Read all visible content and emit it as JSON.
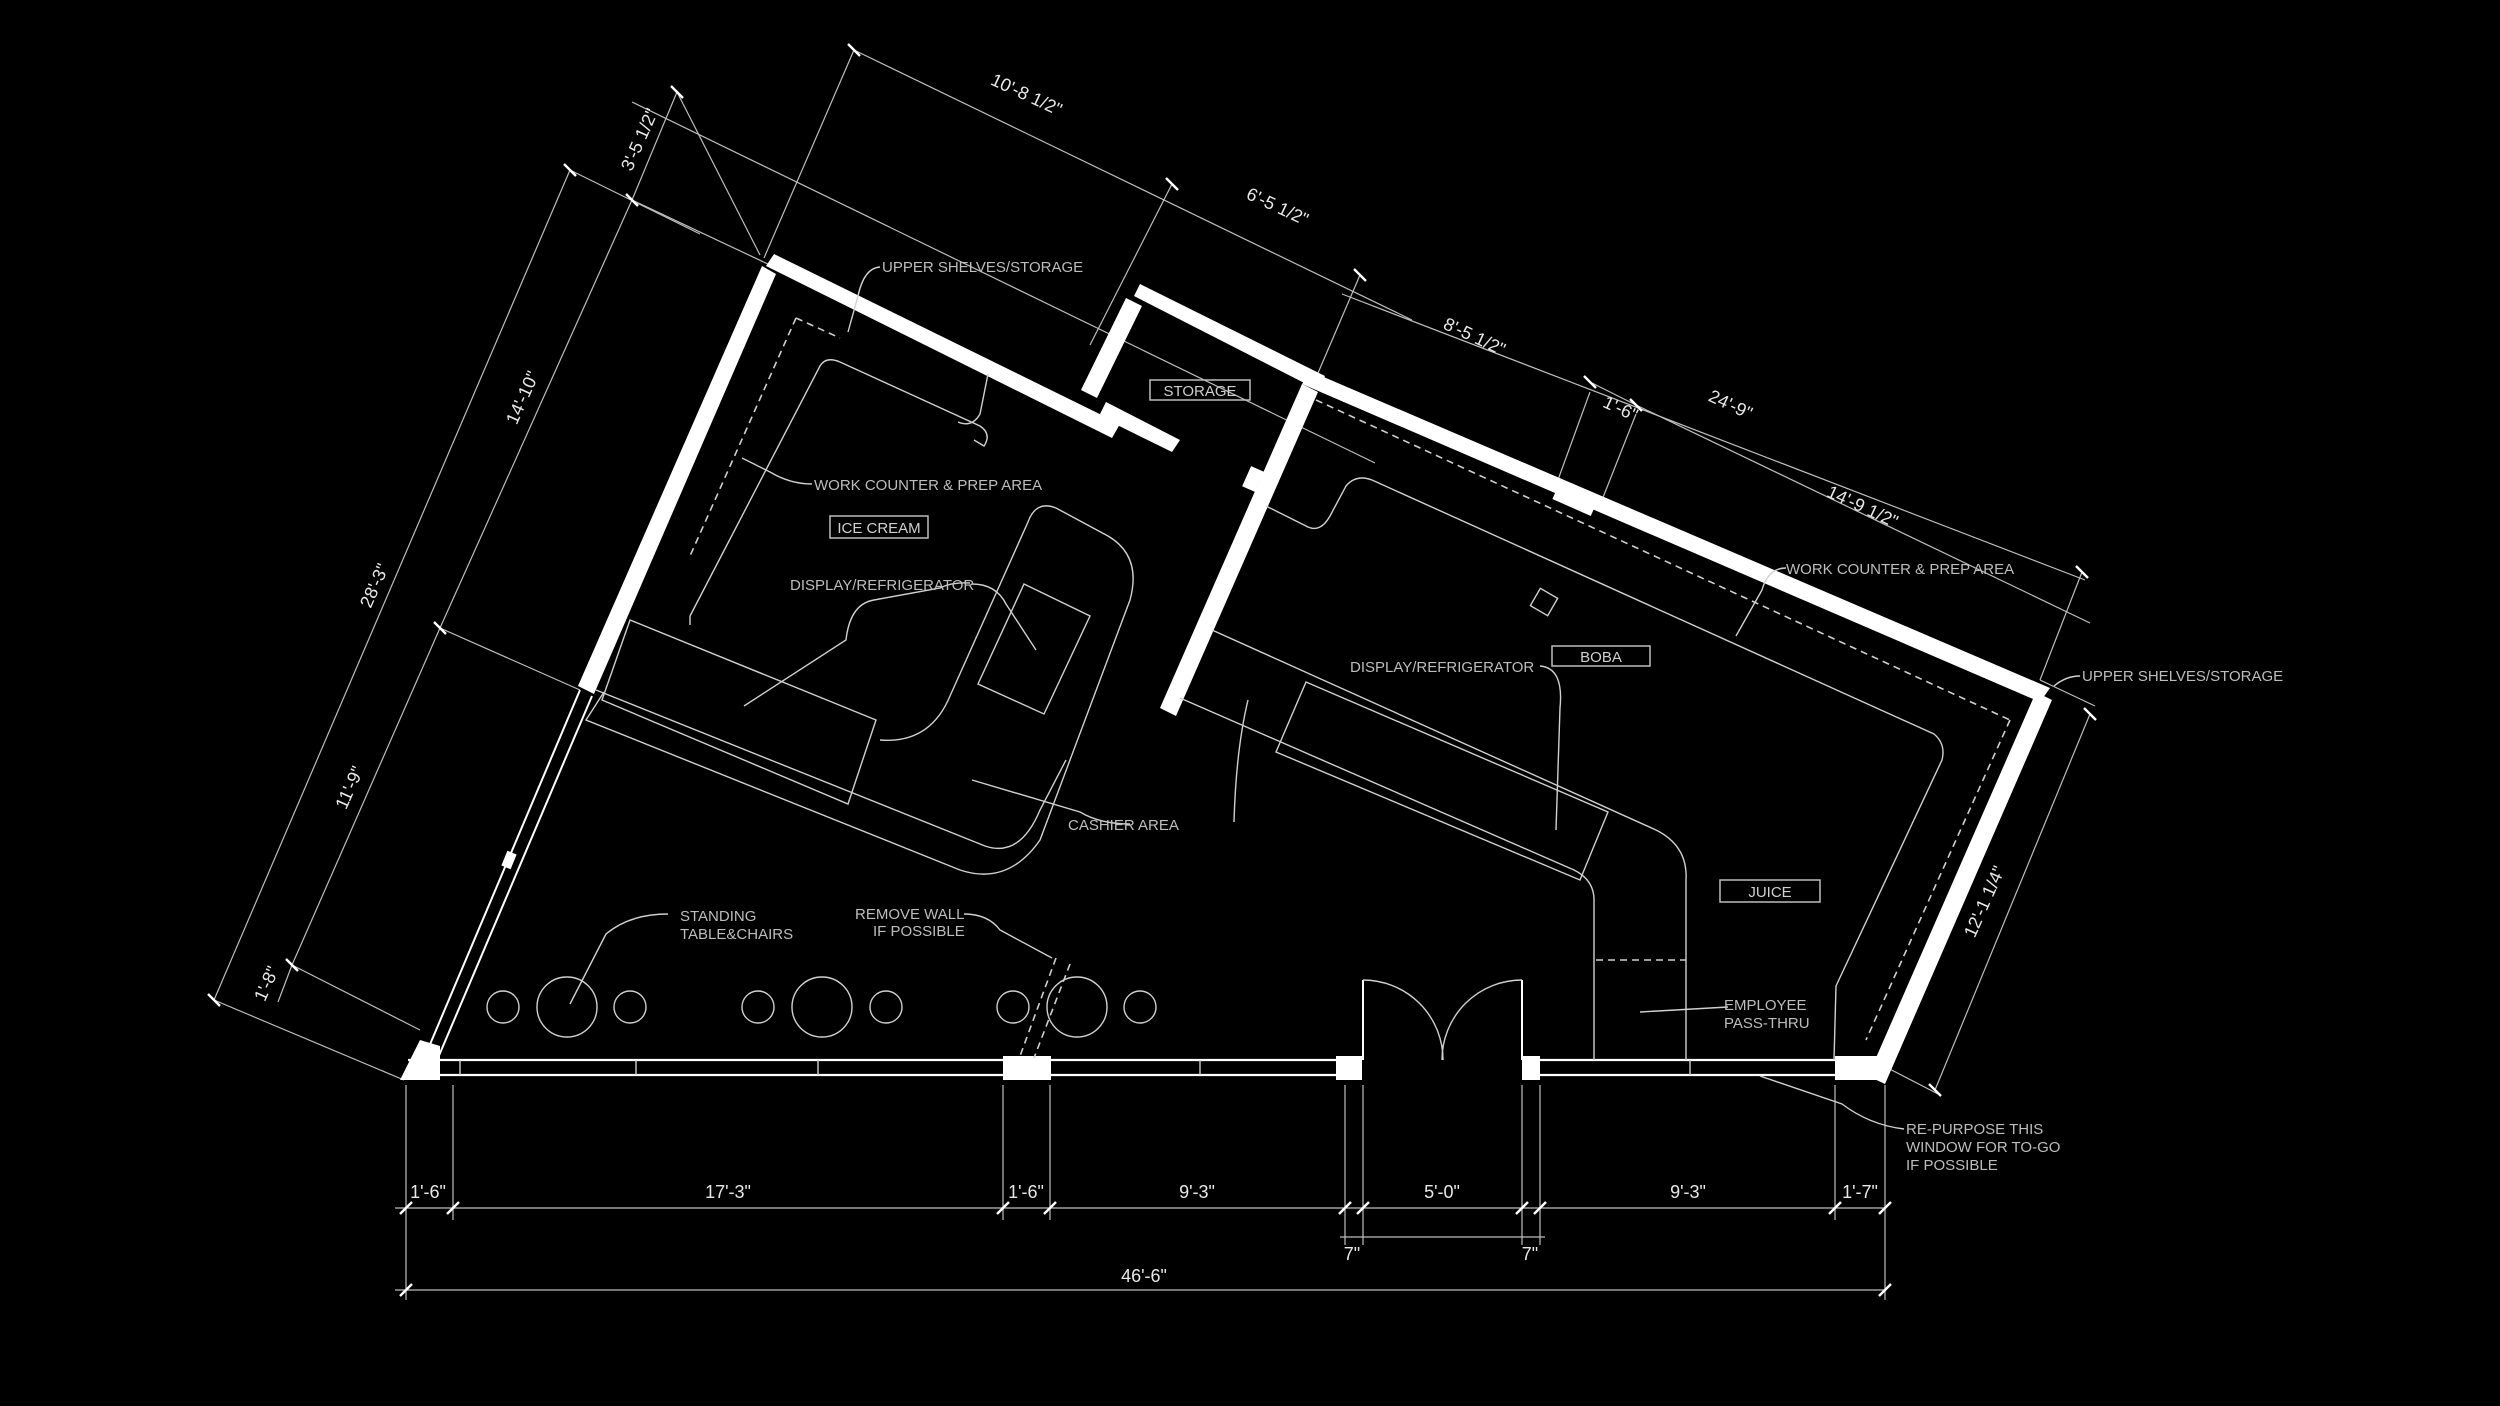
{
  "rooms": {
    "ice_cream": "ICE CREAM",
    "storage": "STORAGE",
    "boba": "BOBA",
    "juice": "JUICE"
  },
  "notes": {
    "upper_shelves_1": "UPPER SHELVES/STORAGE",
    "upper_shelves_2": "UPPER SHELVES/STORAGE",
    "work_counter_1": "WORK COUNTER & PREP AREA",
    "work_counter_2": "WORK COUNTER & PREP AREA",
    "display_1": "DISPLAY/REFRIGERATOR",
    "display_2": "DISPLAY/REFRIGERATOR",
    "cashier": "CASHIER AREA",
    "standing_1": "STANDING",
    "standing_2": "TABLE&CHAIRS",
    "remove_wall_1": "REMOVE WALL",
    "remove_wall_2": "IF POSSIBLE",
    "employee_1": "EMPLOYEE",
    "employee_2": "PASS-THRU",
    "repurpose_1": "RE-PURPOSE THIS",
    "repurpose_2": "WINDOW FOR TO-GO",
    "repurpose_3": "IF POSSIBLE"
  },
  "dimensions": {
    "top_10_8": "10'-8 1/2\"",
    "top_6_5": "6'-5 1/2\"",
    "top_8_5": "8'-5 1/2\"",
    "top_1_6": "1'-6\"",
    "top_24_9": "24'-9\"",
    "top_14_9": "14'-9 1/2\"",
    "left_3_5": "3'-5 1/2\"",
    "left_14_10": "14'-10\"",
    "left_28_3": "28'-3\"",
    "left_11_9": "11'-9\"",
    "left_1_8": "1'-8\"",
    "right_12_1": "12'-1 1/4\"",
    "bottom_1_6a": "1'-6\"",
    "bottom_17_3": "17'-3\"",
    "bottom_1_6b": "1'-6\"",
    "bottom_9_3a": "9'-3\"",
    "bottom_5_0": "5'-0\"",
    "bottom_9_3b": "9'-3\"",
    "bottom_1_7": "1'-7\"",
    "bottom_7a": "7\"",
    "bottom_7b": "7\"",
    "bottom_total": "46'-6\""
  }
}
